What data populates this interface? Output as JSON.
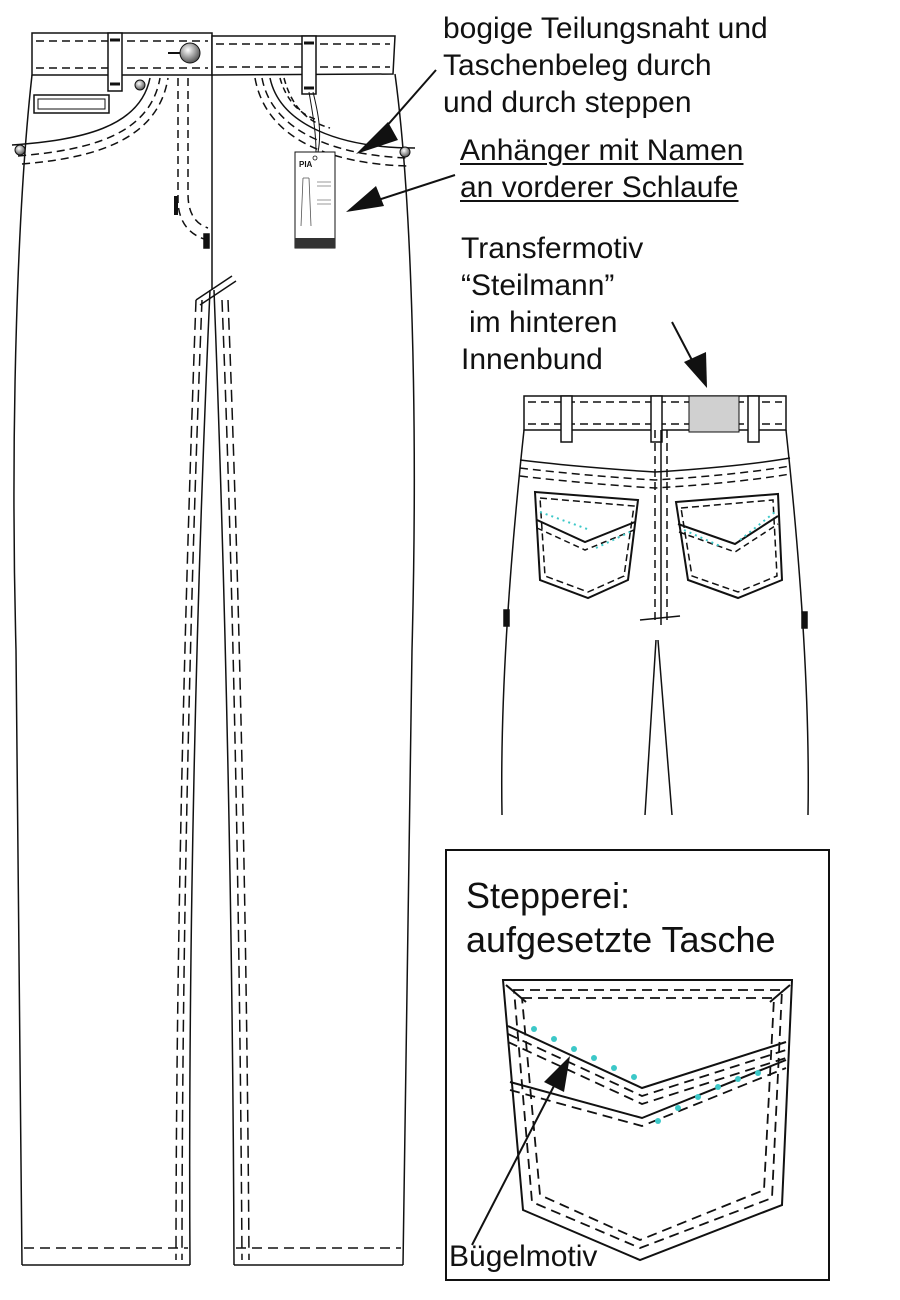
{
  "annotations": {
    "seam_note": [
      "bogige Teilungsnaht und",
      "Taschenbeleg durch",
      "und durch steppen"
    ],
    "tag_note": [
      "Anhänger mit Namen",
      "an vorderer Schlaufe"
    ],
    "transfer_note": [
      "Transfermotiv",
      "“Steilmann”",
      "im hinteren",
      "Innenbund"
    ],
    "inset_title": [
      "Stepperei:",
      "aufgesetzte Tasche"
    ],
    "motif_label": "Bügelmotiv"
  },
  "hang_tag": {
    "name": "PIA"
  },
  "colors": {
    "line": "#111111",
    "label_patch": "#d0d0d0",
    "rivet": "#888888",
    "motif_dots": "#3cc8c8"
  }
}
